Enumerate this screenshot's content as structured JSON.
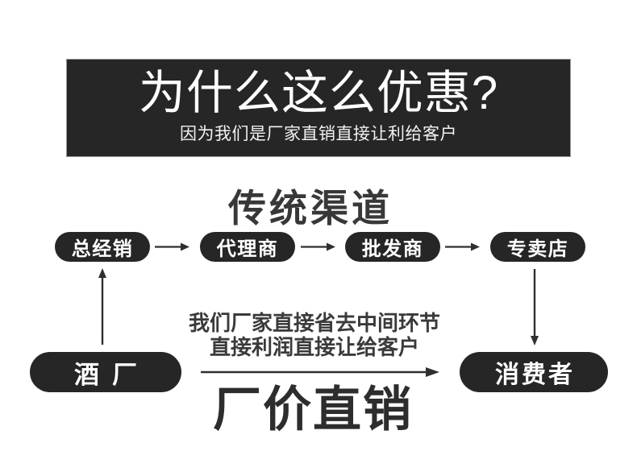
{
  "poster": {
    "banner": {
      "title": "为什么这么优惠?",
      "subtitle": "因为我们是厂家直销直接让利给客户"
    },
    "traditional": {
      "heading": "传统渠道",
      "nodes": [
        "总经销",
        "代理商",
        "批发商",
        "专卖店"
      ]
    },
    "direct": {
      "factory_label": "酒厂",
      "consumer_label": "消费者",
      "note_line1": "我们厂家直接省去中间环节",
      "note_line2": "直接利润直接让给客户",
      "headline": "厂价直销"
    },
    "colors": {
      "banner_bg": "#262626",
      "pill_bg": "#262626",
      "dark_text": "#3a3a3a",
      "arrow": "#2f2f2f",
      "page_bg": "#ffffff",
      "banner_text": "#ffffff"
    }
  }
}
